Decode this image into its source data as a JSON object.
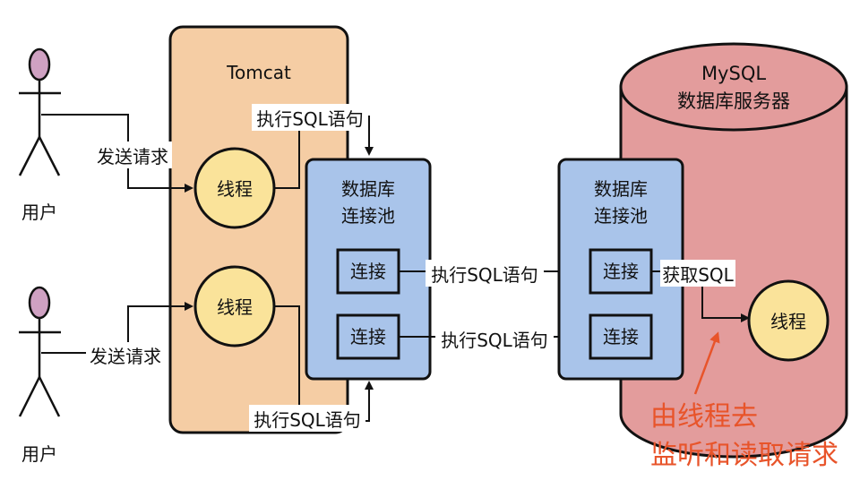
{
  "users": [
    {
      "label": "用户",
      "request_label": "发送请求"
    },
    {
      "label": "用户",
      "request_label": "发送请求"
    }
  ],
  "tomcat": {
    "title": "Tomcat",
    "threads": [
      "线程",
      "线程"
    ],
    "sql_labels": [
      "执行SQL语句",
      "执行SQL语句"
    ]
  },
  "app_pool": {
    "title_line1": "数据库",
    "title_line2": "连接池",
    "connections": [
      "连接",
      "连接"
    ]
  },
  "links": [
    "执行SQL语句",
    "执行SQL语句"
  ],
  "mysql": {
    "title_line1": "MySQL",
    "title_line2": "数据库服务器",
    "pool_title_line1": "数据库",
    "pool_title_line2": "连接池",
    "connections": [
      "连接",
      "连接"
    ],
    "fetch_label": "获取SQL",
    "thread": "线程"
  },
  "annotation": {
    "line1": "由线程去",
    "line2": "监听和读取请求",
    "color": "#e8542a"
  },
  "colors": {
    "tomcat_fill": "#f5cda4",
    "pool_fill": "#a9c4ea",
    "thread_fill": "#fae39a",
    "db_fill": "#e39c9c",
    "head_fill": "#cfa1c2"
  }
}
